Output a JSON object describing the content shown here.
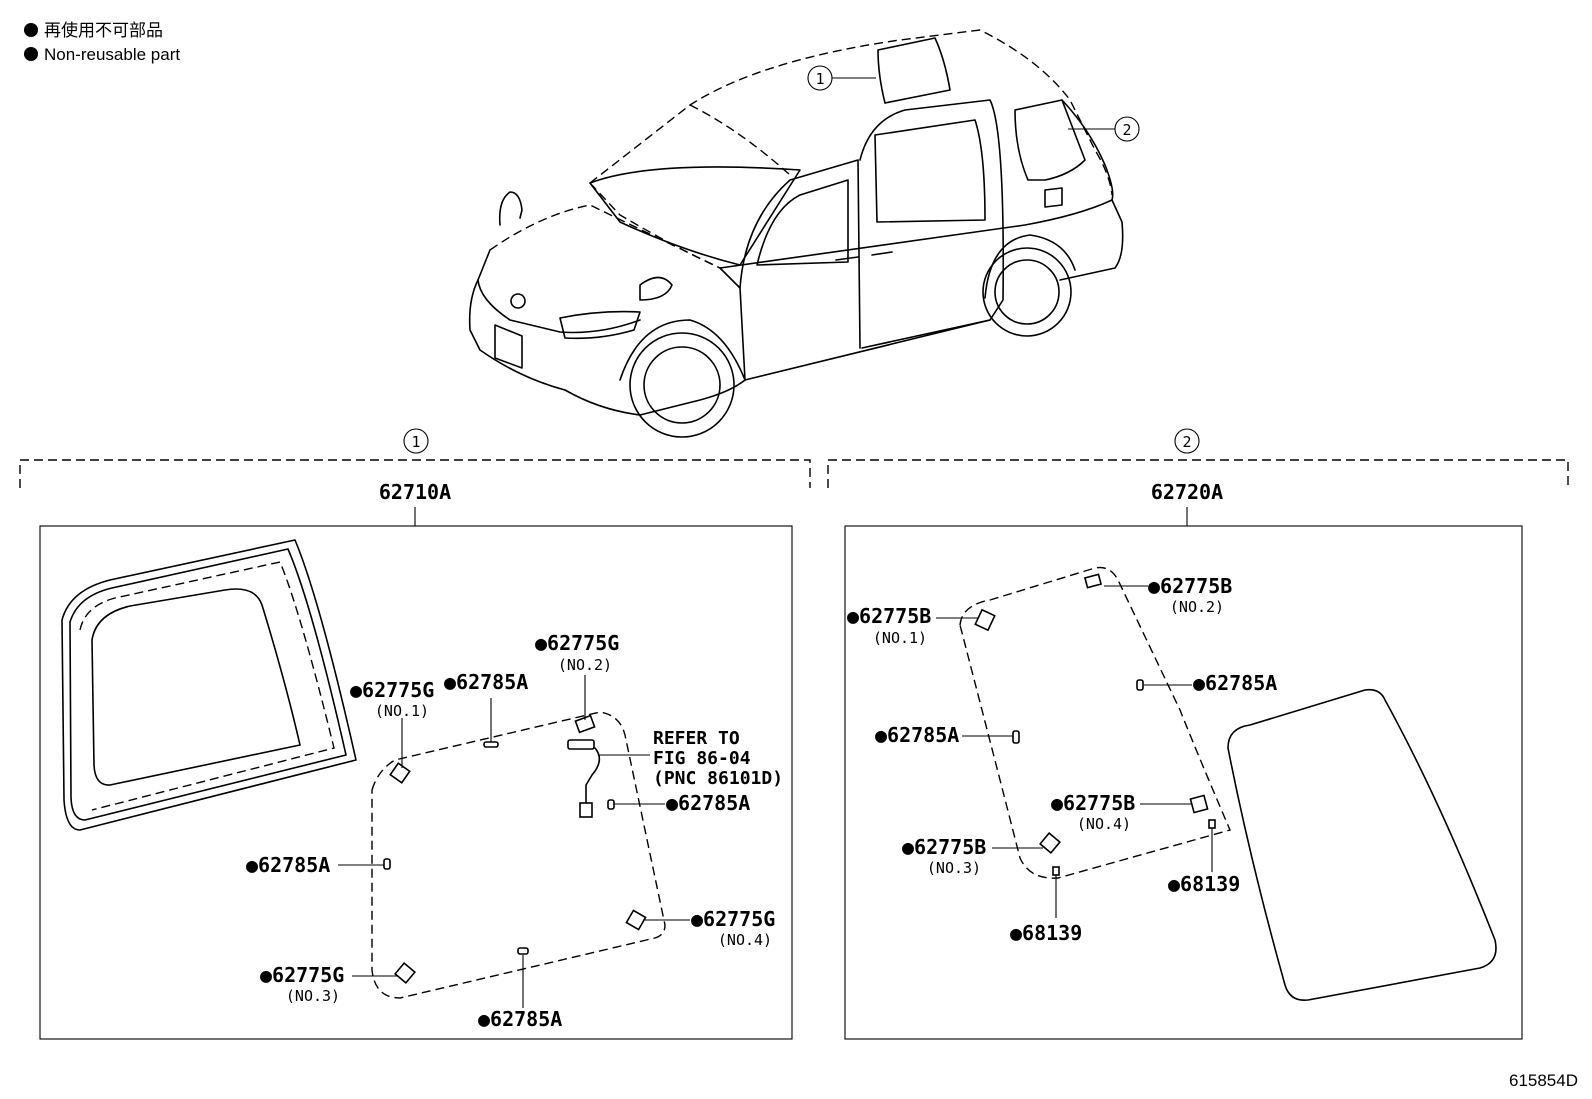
{
  "legend": {
    "line1": "再使用不可部品",
    "line2": "Non-reusable part"
  },
  "overview": {
    "callout1": "1",
    "callout2": "2"
  },
  "group1": {
    "callout": "1",
    "part": "62710A",
    "labels": {
      "g_no1": "●62775G",
      "g_no1_sub": "(NO.1)",
      "a_top": "●62785A",
      "g_no2": "●62775G",
      "g_no2_sub": "(NO.2)",
      "ref1": "REFER TO",
      "ref2": "FIG 86-04",
      "ref3": "(PNC 86101D)",
      "a_right": "●62785A",
      "a_left": "●62785A",
      "g_no4": "●62775G",
      "g_no4_sub": "(NO.4)",
      "g_no3": "●62775G",
      "g_no3_sub": "(NO.3)",
      "a_bottom": "●62785A"
    }
  },
  "group2": {
    "callout": "2",
    "part": "62720A",
    "labels": {
      "b_no2": "●62775B",
      "b_no2_sub": "(NO.2)",
      "b_no1": "●62775B",
      "b_no1_sub": "(NO.1)",
      "a_right": "●62785A",
      "a_left": "●62785A",
      "b_no4": "●62775B",
      "b_no4_sub": "(NO.4)",
      "b_no3": "●62775B",
      "b_no3_sub": "(NO.3)",
      "c_right": "●68139",
      "c_bottom": "●68139"
    }
  },
  "figure_code": "615854D"
}
